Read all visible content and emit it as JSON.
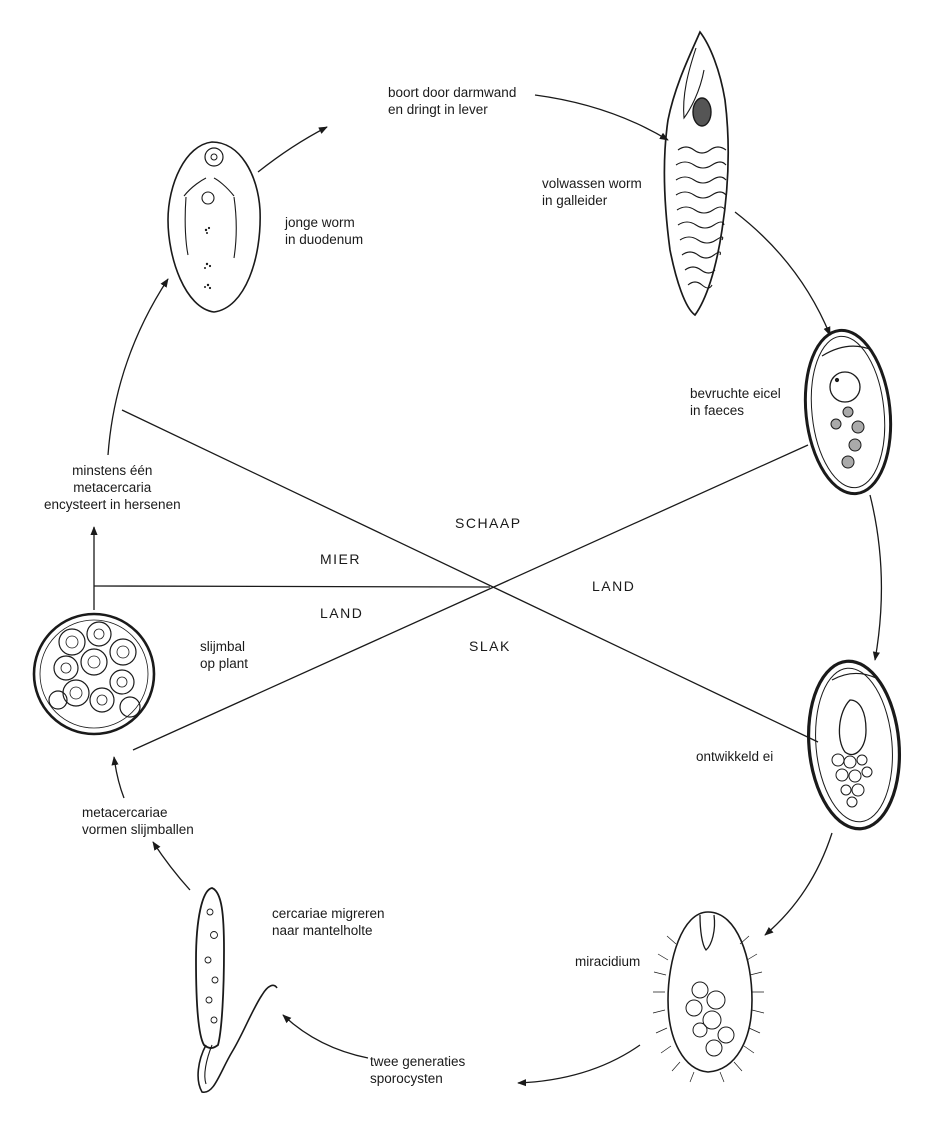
{
  "stages": {
    "boort": [
      "boort door darmwand",
      "en dringt in lever"
    ],
    "volwassen": [
      "volwassen worm",
      "in galleider"
    ],
    "eicel": [
      "bevruchte eicel",
      "in faeces"
    ],
    "ontwikkeld": [
      "ontwikkeld ei"
    ],
    "miracidium": [
      "miracidium"
    ],
    "sporocysten": [
      "twee generaties",
      "sporocysten"
    ],
    "cercariae": [
      "cercariae migreren",
      "naar mantelholte"
    ],
    "metacercariae": [
      "metacercariae",
      "vormen slijmballen"
    ],
    "slijmbal": [
      "slijmbal",
      "op plant"
    ],
    "minstens": [
      "minstens één",
      "metacercaria",
      "encysteert in hersenen"
    ],
    "jonge": [
      "jonge worm",
      "in duodenum"
    ]
  },
  "zones": {
    "schaap": "SCHAAP",
    "land_right": "LAND",
    "mier": "MIER",
    "land_left": "LAND",
    "slak": "SLAK"
  },
  "colors": {
    "ink": "#1a1a1a",
    "background": "#ffffff"
  }
}
